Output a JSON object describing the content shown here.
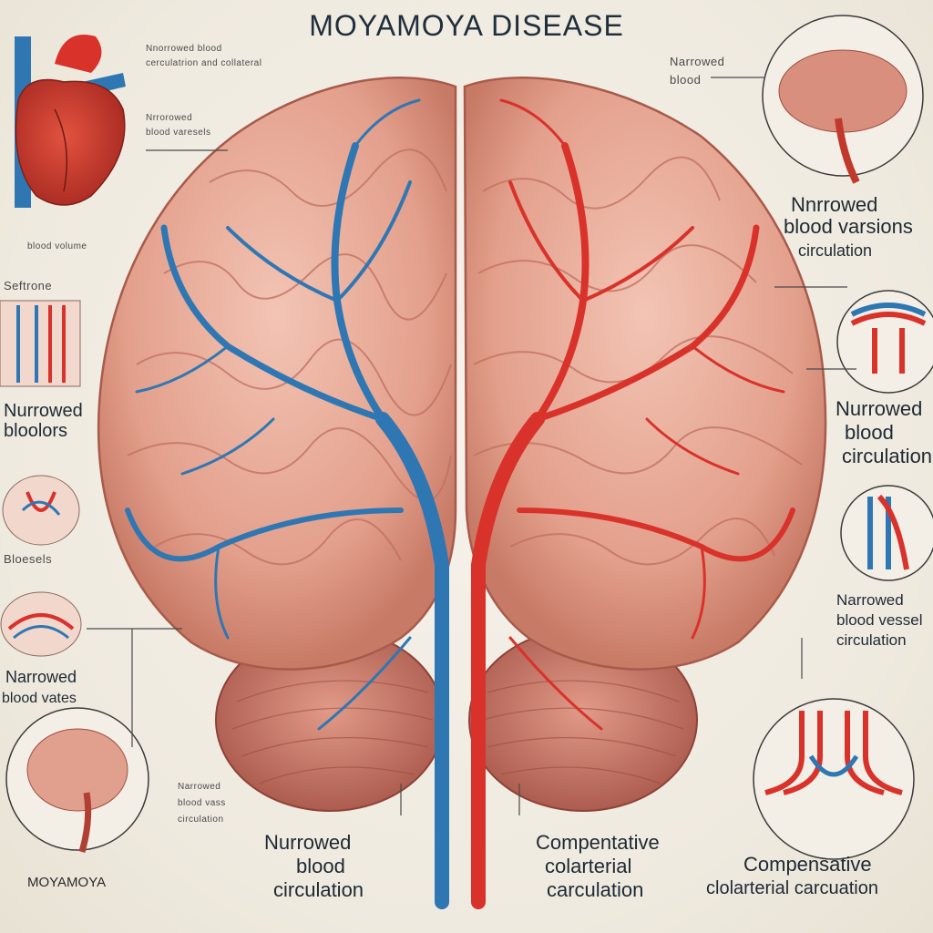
{
  "title": "MOYAMOYA DISEASE",
  "labels": {
    "top_left_1": "Nnorrowed blood",
    "top_left_2": "cerculatrion and collateral",
    "top_left_3": "Nrrorowed",
    "top_left_4": "blood varesels",
    "heart_caption": "blood volume",
    "left_header": "Seftrone",
    "left_narrowed": [
      "Nurrowed",
      "bloolors"
    ],
    "left_vessels": "Bloesels",
    "left_bottom_label": [
      "Narrowed",
      "blood vates"
    ],
    "left_brain_caption": "MOYAMOYA",
    "left_brain_small": [
      "Narrowed",
      "blood vass",
      "circulation"
    ],
    "top_right_small": [
      "Narrowed",
      "blood"
    ],
    "top_right_big": [
      "Nnrrowed",
      "blood varsions",
      "circulation"
    ],
    "mid_right": [
      "Nurrowed",
      "blood",
      "circulation"
    ],
    "lower_right": [
      "Narrowed",
      "blood vessel",
      "circulation"
    ],
    "bottom_center_left": [
      "Nurrowed",
      "blood",
      "circulation"
    ],
    "bottom_center_right": [
      "Compentative",
      "colarterial",
      "carculation"
    ],
    "bottom_right": [
      "Compensative",
      "clolarterial carcuation"
    ]
  },
  "colors": {
    "artery": "#d8322b",
    "vein": "#2f77b3",
    "brain": "#e7a592",
    "brain_dark": "#c2705f",
    "cerebellum": "#c86b5c"
  }
}
